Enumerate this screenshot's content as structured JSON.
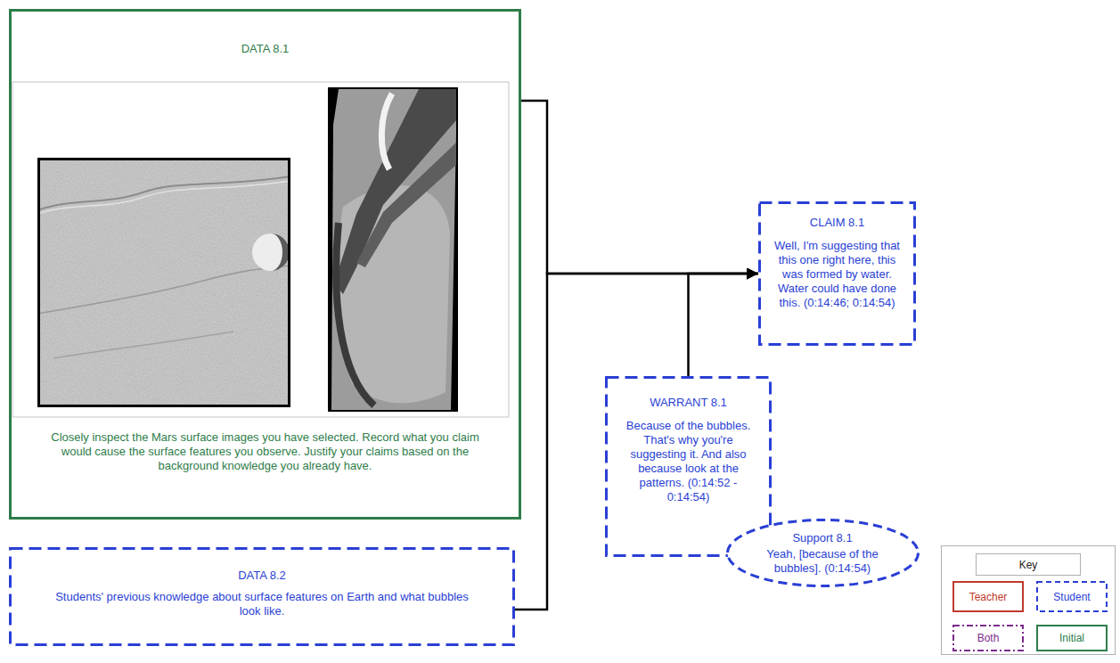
{
  "diagram": {
    "nodes": [
      {
        "text": [
          "DATA 8.1",
          "Closely inspect the Mars surface images you have selected. Record what you claim would cause the surface features you observe. Justify your claims based on the background knowledge you already have."
        ]
      },
      {
        "text": [
          "DATA 8.2",
          "Students' previous knowledge about surface features on Earth and what bubbles look like."
        ]
      },
      {
        "text": [
          "CLAIM 8.1",
          "Well, I'm suggesting that this one right here, this was formed by water. Water could have done this. (0:14:46; 0:14:54)"
        ]
      },
      {
        "text": [
          "WARRANT 8.1",
          "Because of the bubbles. That's why you're suggesting it. And also because look at the patterns. (0:14:52 - 0:14:54)"
        ]
      },
      {
        "text": [
          "Support 8.1",
          "Yeah, [because of the bubbles]. (0:14:54)"
        ]
      }
    ],
    "edges": [
      {
        "from": 0,
        "to": 2,
        "arrow": "to"
      },
      {
        "from": 1,
        "to": 2,
        "arrow": "to"
      },
      {
        "from": 3,
        "to": 2,
        "arrow": "to"
      }
    ],
    "labels": [
      "Key"
    ],
    "legend": [
      {
        "text": "Teacher",
        "color": "#c0392b"
      },
      {
        "text": "Student",
        "color": "#2a3fd4"
      },
      {
        "text": "Both",
        "color": "#7b2a8c"
      },
      {
        "text": "Initial",
        "color": "#2e7d4a"
      }
    ]
  }
}
